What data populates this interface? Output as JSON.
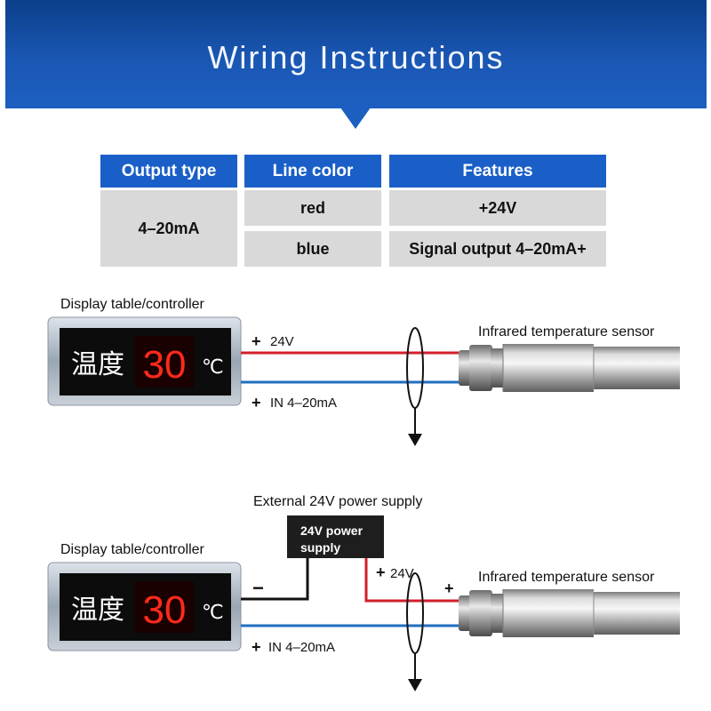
{
  "header": {
    "title": "Wiring Instructions"
  },
  "table": {
    "headers": [
      "Output type",
      "Line color",
      "Features"
    ],
    "output_type": "4–20mA",
    "rows": [
      {
        "color": "red",
        "feature": "+24V"
      },
      {
        "color": "blue",
        "feature": "Signal output 4–20mA+"
      }
    ]
  },
  "diagram1": {
    "controller_label": "Display table/controller",
    "sensor_label": "Infrared temperature sensor",
    "display_text": "温度",
    "display_value": "30",
    "display_unit": "℃",
    "line_top_label": "24V",
    "line_bottom_label": "IN 4–20mA",
    "plus_sign": "+"
  },
  "diagram2": {
    "external_label": "External 24V power supply",
    "power_box_line1": "24V power",
    "power_box_line2": "supply",
    "controller_label": "Display table/controller",
    "sensor_label": "Infrared temperature sensor",
    "display_text": "温度",
    "display_value": "30",
    "display_unit": "℃",
    "supply_label": "24V",
    "minus_sign": "−",
    "plus_sign": "+",
    "line_bottom_label": "IN 4–20mA"
  },
  "colors": {
    "red_wire": "#d21f2b",
    "blue_wire": "#1f6fc0",
    "header_blue": "#1a57b4",
    "table_head": "#1a5fc8"
  }
}
